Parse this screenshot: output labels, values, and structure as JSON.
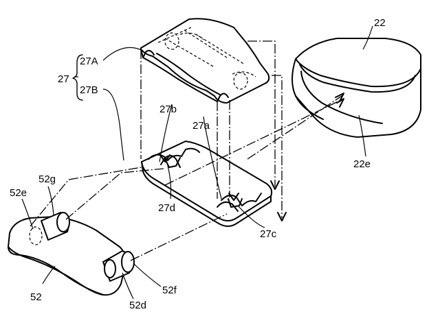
{
  "labels": {
    "l22": "22",
    "l22e": "22e",
    "l27": "27",
    "l27A": "27A",
    "l27B": "27B",
    "l27a": "27a",
    "l27b": "27b",
    "l27c": "27c",
    "l27d": "27d",
    "l52": "52",
    "l52d": "52d",
    "l52e": "52e",
    "l52f": "52f",
    "l52g": "52g"
  }
}
